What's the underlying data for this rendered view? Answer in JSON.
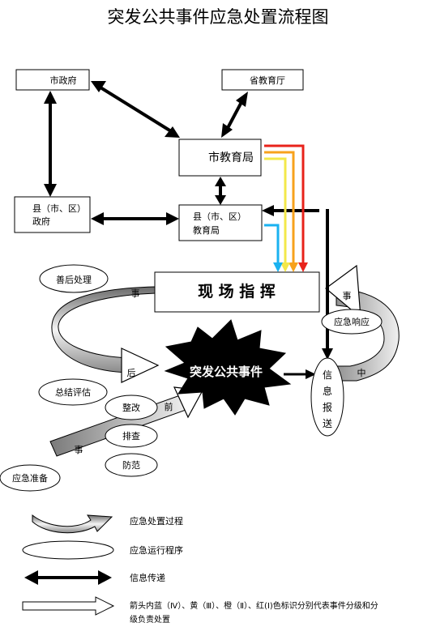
{
  "title": "突发公共事件应急处置流程图",
  "nodes": {
    "city_gov": "市政府",
    "province_edu": "省教育厅",
    "city_edu": "市教育局",
    "county_gov_line1": "县（市、区）",
    "county_gov_line2": "政府",
    "county_edu_line1": "县（市、区）",
    "county_edu_line2": "教育局",
    "site_command": "现 场 指 挥",
    "emergency_event": "突发公共事件",
    "aftermath": "善后处理",
    "emergency_response": "应急响应",
    "summary_eval": "总结评估",
    "rectify": "整改",
    "investigate": "排查",
    "prevent": "防范",
    "emergency_prep": "应急准备",
    "info_report_chars": [
      "信",
      "息",
      "报",
      "送"
    ]
  },
  "stage_labels": {
    "during_shi": "事",
    "during_zhong": "中",
    "after_shi": "事",
    "after_hou": "后",
    "before_shi": "事",
    "before_qian": "前"
  },
  "legend": {
    "process": "应急处置过程",
    "procedure": "应急运行程序",
    "info_transfer": "信息传递",
    "arrow_line1": "箭头内蓝（Ⅳ）、黄（Ⅲ）、橙（Ⅱ）、红(I)色标识分别代表事件分级和分",
    "arrow_line2": "级负责处置"
  },
  "level_colors": {
    "blue": "#1ab2f0",
    "yellow": "#f3e84a",
    "orange": "#f7a21c",
    "red": "#e8231b"
  }
}
